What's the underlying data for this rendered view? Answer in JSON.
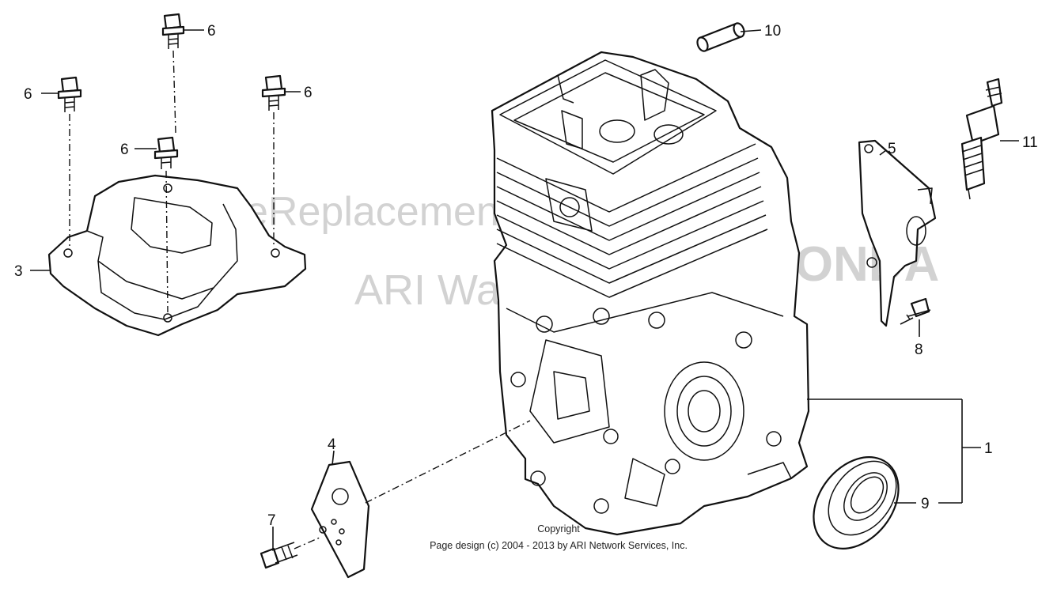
{
  "watermarks": {
    "site": "eReplacementParts.com",
    "ari": "ARI Watermark",
    "brand": "HONDA"
  },
  "copyright": {
    "line1": "Copyright",
    "line2": "Page design (c) 2004 - 2013 by ARI Network Services, Inc."
  },
  "callouts": {
    "c1": "1",
    "c3": "3",
    "c4": "4",
    "c5": "5",
    "c6a": "6",
    "c6b": "6",
    "c6c": "6",
    "c6d": "6",
    "c7": "7",
    "c8": "8",
    "c9": "9",
    "c10": "10",
    "c11": "11"
  },
  "colors": {
    "line": "#111111",
    "watermark": "#d2d2d2",
    "background": "#ffffff"
  }
}
